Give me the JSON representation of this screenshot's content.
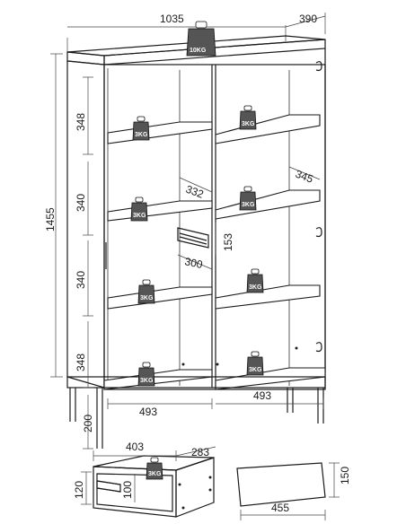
{
  "dimensions": {
    "total_width": "1035",
    "total_depth": "390",
    "total_height": "1455",
    "shelf_gap_1": "348",
    "shelf_gap_2": "340",
    "shelf_gap_3": "340",
    "shelf_gap_4": "348",
    "leg_height": "200",
    "inner_width_left": "493",
    "inner_width_right": "493",
    "shelf_depth_left": "332",
    "shelf_depth_right": "345",
    "drawer_depth": "300",
    "drawer_height_inside": "153",
    "drawer_width": "403",
    "drawer_length": "283",
    "drawer_side_height": "120",
    "drawer_inner_height": "100",
    "front_panel_width": "455",
    "front_panel_height": "150"
  },
  "weights": {
    "top_load": "10KG",
    "shelf_load": "3KG",
    "drawer_load": "3KG"
  }
}
